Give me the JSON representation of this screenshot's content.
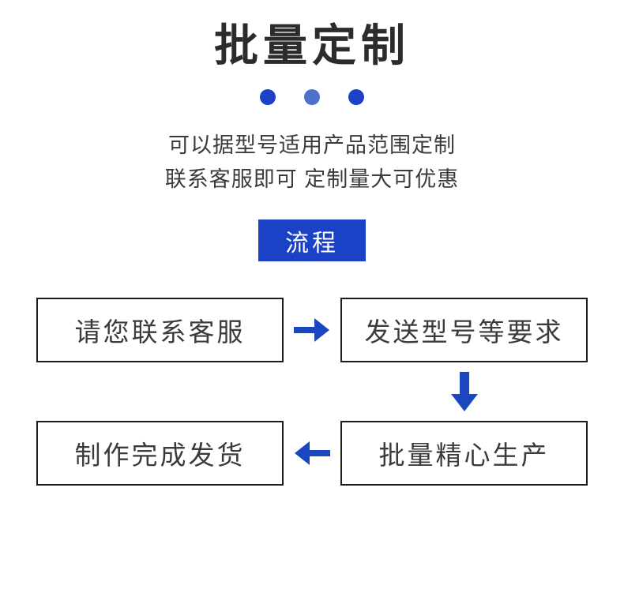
{
  "page": {
    "title": "批量定制",
    "background_color": "#ffffff",
    "title_color": "#2c2c2c"
  },
  "colors": {
    "brand_blue": "#1a41c6",
    "brand_blue_light": "#4c70cc",
    "arrow_blue": "#1a46c0",
    "box_border": "#1c1c1c",
    "body_text": "#3b3b3b"
  },
  "dots": [
    {
      "name": "dot-1",
      "color": "#1a41c6"
    },
    {
      "name": "dot-2",
      "color": "#4c70cc"
    },
    {
      "name": "dot-3",
      "color": "#1a41c6"
    }
  ],
  "subtitle": {
    "line1": "可以据型号适用产品范围定制",
    "line2": "联系客服即可 定制量大可优惠"
  },
  "badge": {
    "label": "流程",
    "background": "#1a41c6",
    "text_color": "#ffffff"
  },
  "flow": {
    "steps": [
      {
        "id": "step-1",
        "label": "请您联系客服"
      },
      {
        "id": "step-2",
        "label": "发送型号等要求"
      },
      {
        "id": "step-3",
        "label": "批量精心生产"
      },
      {
        "id": "step-4",
        "label": "制作完成发货"
      }
    ],
    "arrows": [
      {
        "id": "arrow-right",
        "direction": "right",
        "glyph": "→",
        "color": "#1a46c0"
      },
      {
        "id": "arrow-down",
        "direction": "down",
        "glyph": "↓",
        "color": "#1a46c0"
      },
      {
        "id": "arrow-left",
        "direction": "left",
        "glyph": "←",
        "color": "#1a46c0"
      }
    ]
  }
}
